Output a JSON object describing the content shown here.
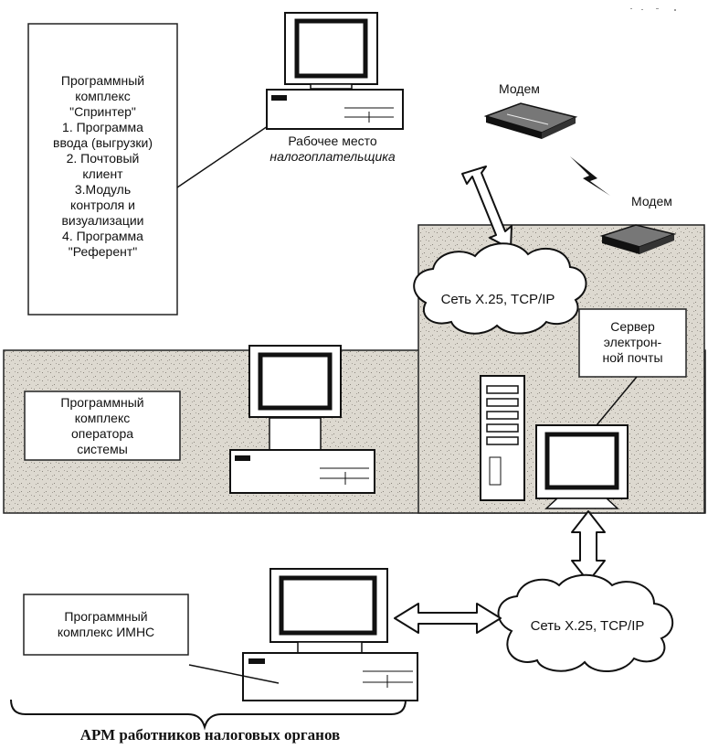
{
  "taxpayer_software": {
    "lines": [
      "Программный",
      "комплекс",
      "\"Спринтер\"",
      "1. Программа",
      "ввода (выгрузки)",
      "2. Почтовый",
      "клиент",
      "3.Модуль",
      "контроля и",
      "визуализации",
      "4. Программа",
      "\"Референт\""
    ]
  },
  "taxpayer_workstation": {
    "line1": "Рабочее место",
    "line2": "налогоплательщика"
  },
  "modem_top_label": "Модем",
  "modem_right_label": "Модем",
  "network_top_label": "Сеть X.25, TCP/IP",
  "network_bottom_label": "Сеть X.25, TCP/IP",
  "mail_server": {
    "lines": [
      "Сервер",
      "электрон-",
      "ной почты"
    ]
  },
  "operator_software": {
    "lines": [
      "Программный",
      "комплекс",
      "оператора",
      "системы"
    ]
  },
  "imns_software": {
    "lines": [
      "Программный",
      "комплекс ИМНС"
    ]
  },
  "caption": "АРМ работников налоговых органов"
}
